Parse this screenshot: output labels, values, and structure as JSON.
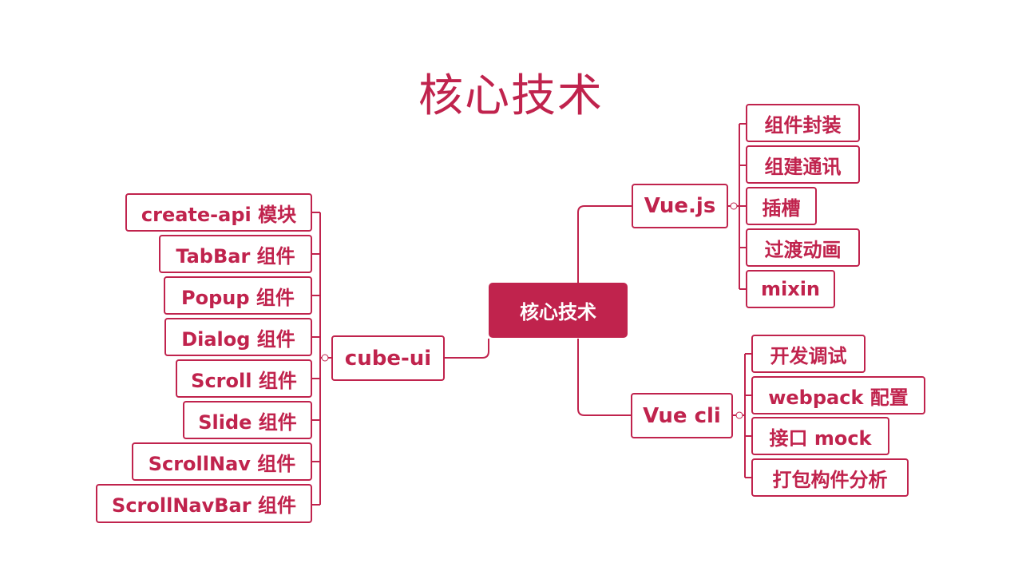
{
  "title": "核心技术",
  "center": "核心技术",
  "colors": {
    "accent": "#c0234d",
    "background": "#ffffff"
  },
  "branches": {
    "cube_ui": {
      "label": "cube-ui",
      "children": [
        "create-api 模块",
        "TabBar 组件",
        "Popup 组件",
        "Dialog 组件",
        "Scroll 组件",
        "Slide 组件",
        "ScrollNav 组件",
        "ScrollNavBar 组件"
      ]
    },
    "vuejs": {
      "label": "Vue.js",
      "children": [
        "组件封装",
        "组建通讯",
        "插槽",
        "过渡动画",
        "mixin"
      ]
    },
    "vuecli": {
      "label": "Vue cli",
      "children": [
        "开发调试",
        "webpack 配置",
        "接口 mock",
        "打包构件分析"
      ]
    }
  }
}
